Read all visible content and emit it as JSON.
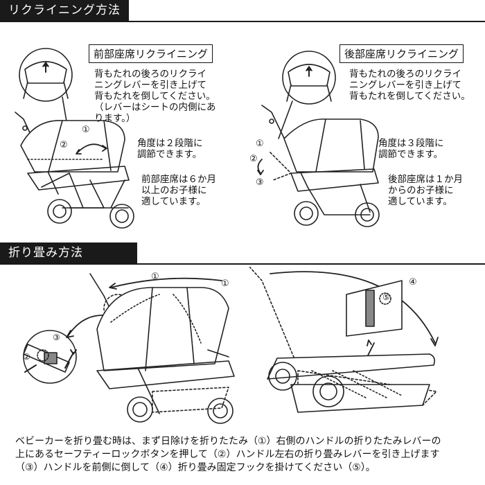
{
  "recline": {
    "heading": "リクライニング方法",
    "front": {
      "title": "前部座席リクライニング",
      "description": "背もたれの後ろのリクライ\nニングレバーを引き上げて\n背もたれを倒してください。\n（レバーはシートの内側にあ\nります。）",
      "angle": "角度は２段階に\n調節できます。",
      "age": "前部座席は６か月\n以上のお子様に\n適しています。",
      "step1": "①",
      "step2": "②"
    },
    "rear": {
      "title": "後部座席リクライニング",
      "description": "背もたれの後ろのリクライ\nニングレバーを引き上げて\n背もたれを倒してください。",
      "angle": "角度は３段階に\n調節できます。",
      "age": "後部座席は１か月\nからのお子様に\n適しています。",
      "step1": "①",
      "step2": "②",
      "step3": "③"
    }
  },
  "fold": {
    "heading": "折り畳み方法",
    "step1a": "①",
    "step1b": "①",
    "step2": "②",
    "step3": "③",
    "step4": "④",
    "step5": "⑤",
    "description": "ベビーカーを折り畳む時は、まず日除けを折りたたみ（①）右側のハンドルの折りたたみレバーの\n上にあるセーフティーロックボタンを押して（②）ハンドル左右の折り畳みレバーを引き上げます\n（③）ハンドルを前側に倒して（④）折り畳み固定フックを掛けてください（⑤）。"
  }
}
